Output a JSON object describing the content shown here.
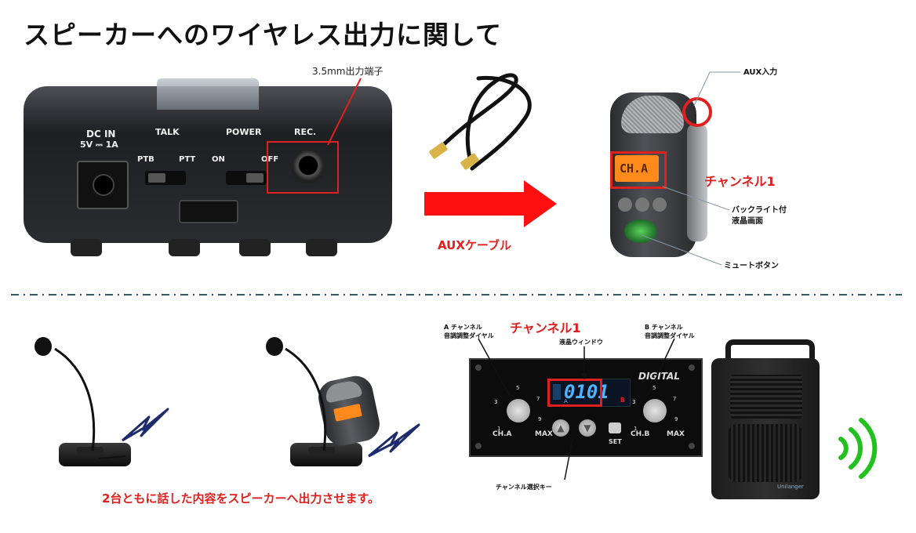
{
  "title": "スピーカーへのワイヤレス出力に関して",
  "top": {
    "transmitter": {
      "dc_in": "DC IN",
      "dc_spec": "5V ⎓ 1A",
      "talk": "TALK",
      "ptb": "PTB",
      "ptt": "PTT",
      "power": "POWER",
      "on": "ON",
      "off": "OFF",
      "rec": "REC."
    },
    "jack_label": "3.5mm出力端子",
    "cable_label": "AUXケーブル",
    "aux_in": "AUX入力",
    "channel": "チャンネル1",
    "lcd_text": "CH.A",
    "backlight_line1": "バックライト付",
    "backlight_line2": "液晶画面",
    "mute_button": "ミュートボタン"
  },
  "bottom": {
    "caption": "2台ともに話した内容をスピーカーへ出力させます。",
    "receiver": {
      "channel": "チャンネル1",
      "lcd_label": "液晶ウィンドウ",
      "dial_a_line1": "A チャンネル",
      "dial_a_line2": "音調調整ダイヤル",
      "dial_b_line1": "B チャンネル",
      "dial_b_line2": "音調調整ダイヤル",
      "digital": "DIGITAL",
      "display": "0101",
      "display_a": "A",
      "display_b": "B",
      "ch_a": "CH.A",
      "ch_b": "CH.B",
      "max_left": "MAX",
      "max_right": "MAX",
      "set": "SET",
      "select_key": "チャンネル選択キー",
      "scale_1": "1",
      "scale_3": "3",
      "scale_5": "5",
      "scale_7": "7",
      "scale_9": "9"
    },
    "speaker_brand": "Unilanger"
  },
  "colors": {
    "accent_red": "#e0201e",
    "divider": "#2a5c66",
    "signal_green": "#22c11f",
    "lcd_orange": "#ff8a1c",
    "lcd_blue": "#3aa8ff",
    "zigzag_navy": "#1d2a6b"
  }
}
